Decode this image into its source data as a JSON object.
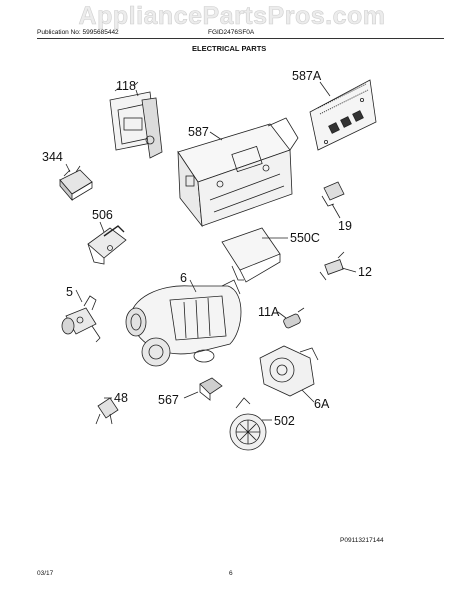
{
  "header": {
    "watermark": "AppliancePartsPros.com",
    "publication": "Publication No: 5995685442",
    "model": "FGID2476SF0A",
    "section_title": "ELECTRICAL PARTS"
  },
  "diagram": {
    "callouts": [
      "118",
      "587A",
      "587",
      "344",
      "19",
      "506",
      "550C",
      "12",
      "6",
      "5",
      "11A",
      "6A",
      "48",
      "567",
      "502"
    ]
  },
  "footer": {
    "figure_id": "P09113217144",
    "date": "03/17",
    "page": "6"
  }
}
